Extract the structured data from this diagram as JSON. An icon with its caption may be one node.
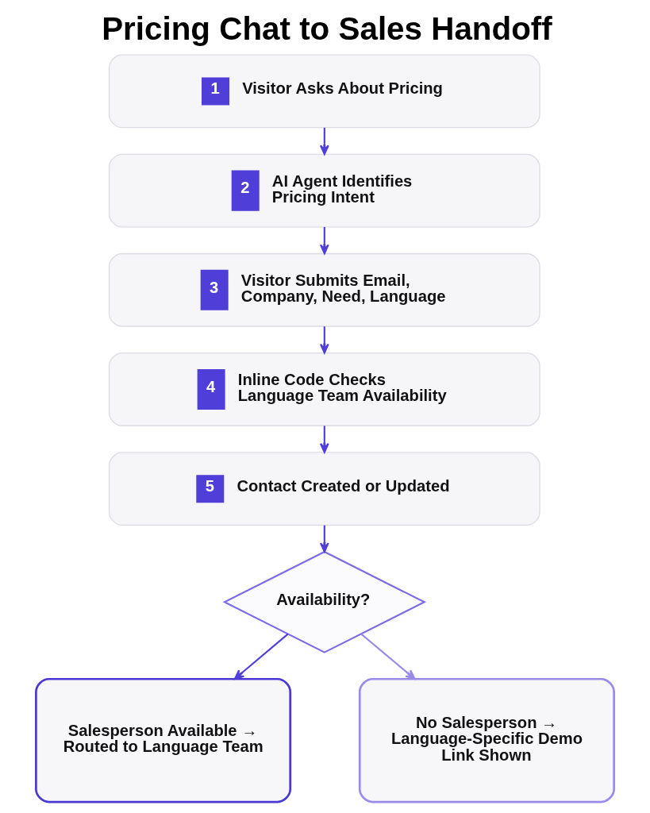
{
  "diagram": {
    "title": "Pricing Chat to Sales Handoff",
    "nodes": [
      {
        "text": [
          "1",
          "Visitor Asks About Pricing"
        ]
      },
      {
        "text": [
          "2",
          "AI Agent Identifies Pricing Intent"
        ]
      },
      {
        "text": [
          "3",
          "Visitor Submits Email, Company, Need, Language"
        ]
      },
      {
        "text": [
          "4",
          "Inline Code Checks Language Team Availability"
        ]
      },
      {
        "text": [
          "5",
          "Contact Created or Updated"
        ]
      },
      {
        "text": [
          "Availability?"
        ]
      },
      {
        "text": [
          "Salesperson Available → Routed to Language Team"
        ]
      },
      {
        "text": [
          "No Salesperson → Language-Specific Demo Link Shown"
        ]
      }
    ],
    "edges": [
      {
        "from": 0,
        "to": 1,
        "arrow": "to"
      },
      {
        "from": 1,
        "to": 2,
        "arrow": "to"
      },
      {
        "from": 2,
        "to": 3,
        "arrow": "to"
      },
      {
        "from": 3,
        "to": 4,
        "arrow": "to"
      },
      {
        "from": 4,
        "to": 5,
        "arrow": "to"
      },
      {
        "from": 5,
        "to": 6,
        "arrow": "to"
      },
      {
        "from": 5,
        "to": 7,
        "arrow": "to",
        "color": "#9a8bea"
      }
    ]
  }
}
